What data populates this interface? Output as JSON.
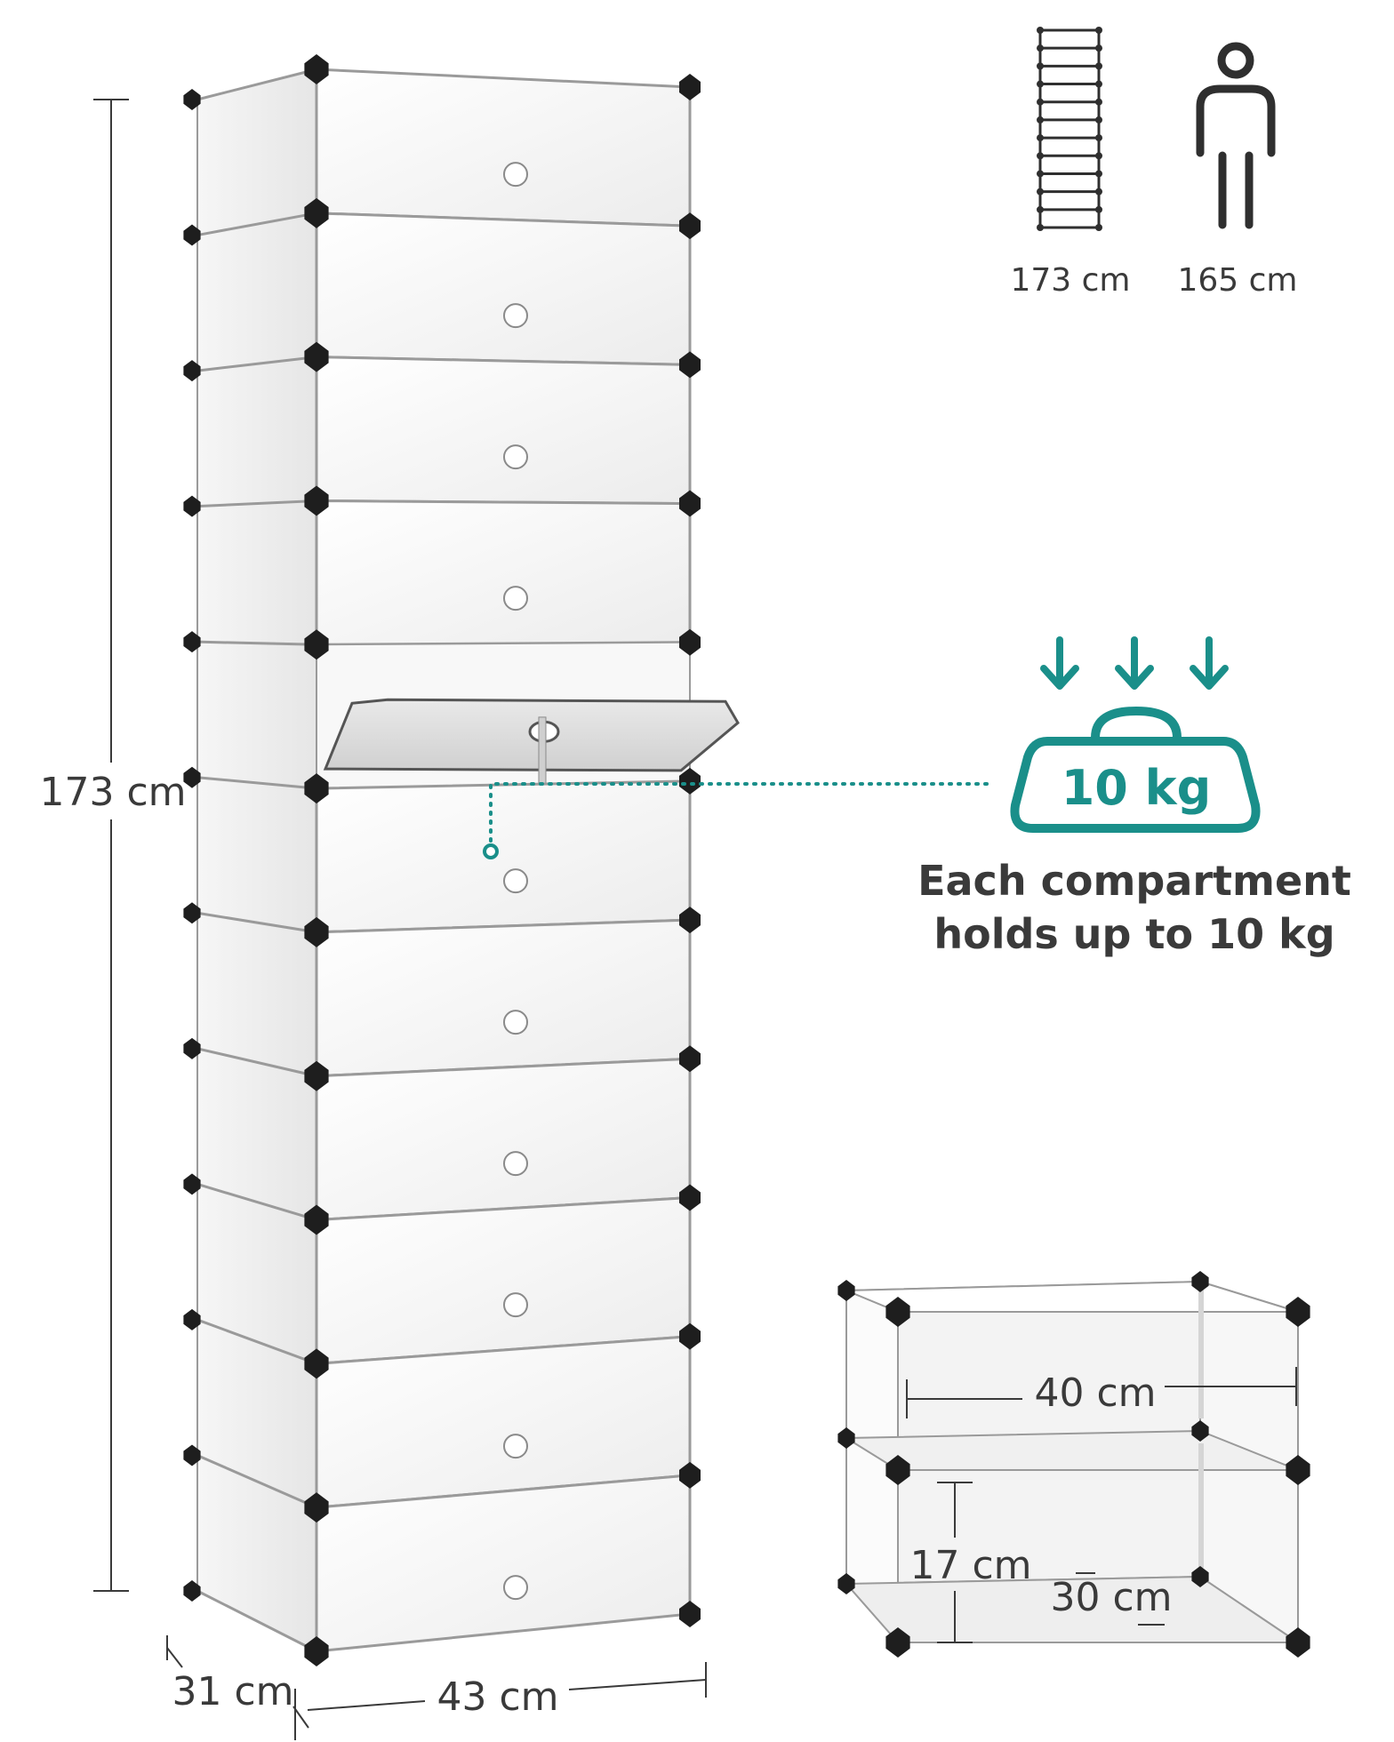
{
  "dimensions": {
    "height_main": "173 cm",
    "depth": "31 cm",
    "width": "43 cm"
  },
  "height_compare": {
    "shelf_height": "173 cm",
    "person_height": "165 cm"
  },
  "load": {
    "weight": "10 kg",
    "caption_line1": "Each compartment",
    "caption_line2": "holds up to 10 kg"
  },
  "cube": {
    "width": "40 cm",
    "height": "17 cm",
    "depth": "30 cm"
  },
  "colors": {
    "accent": "#1a8f8a",
    "text": "#3a3a3a",
    "connector": "#1e1e1e",
    "frame": "#9a9a9a",
    "panel": "#f4f4f4"
  },
  "icons": {
    "shelf": "shelf-icon",
    "person": "person-icon",
    "weight": "weight-icon",
    "arrows": "down-arrow-icon"
  },
  "layout_info": {
    "tiers": 11,
    "open_door_tier": 4
  }
}
